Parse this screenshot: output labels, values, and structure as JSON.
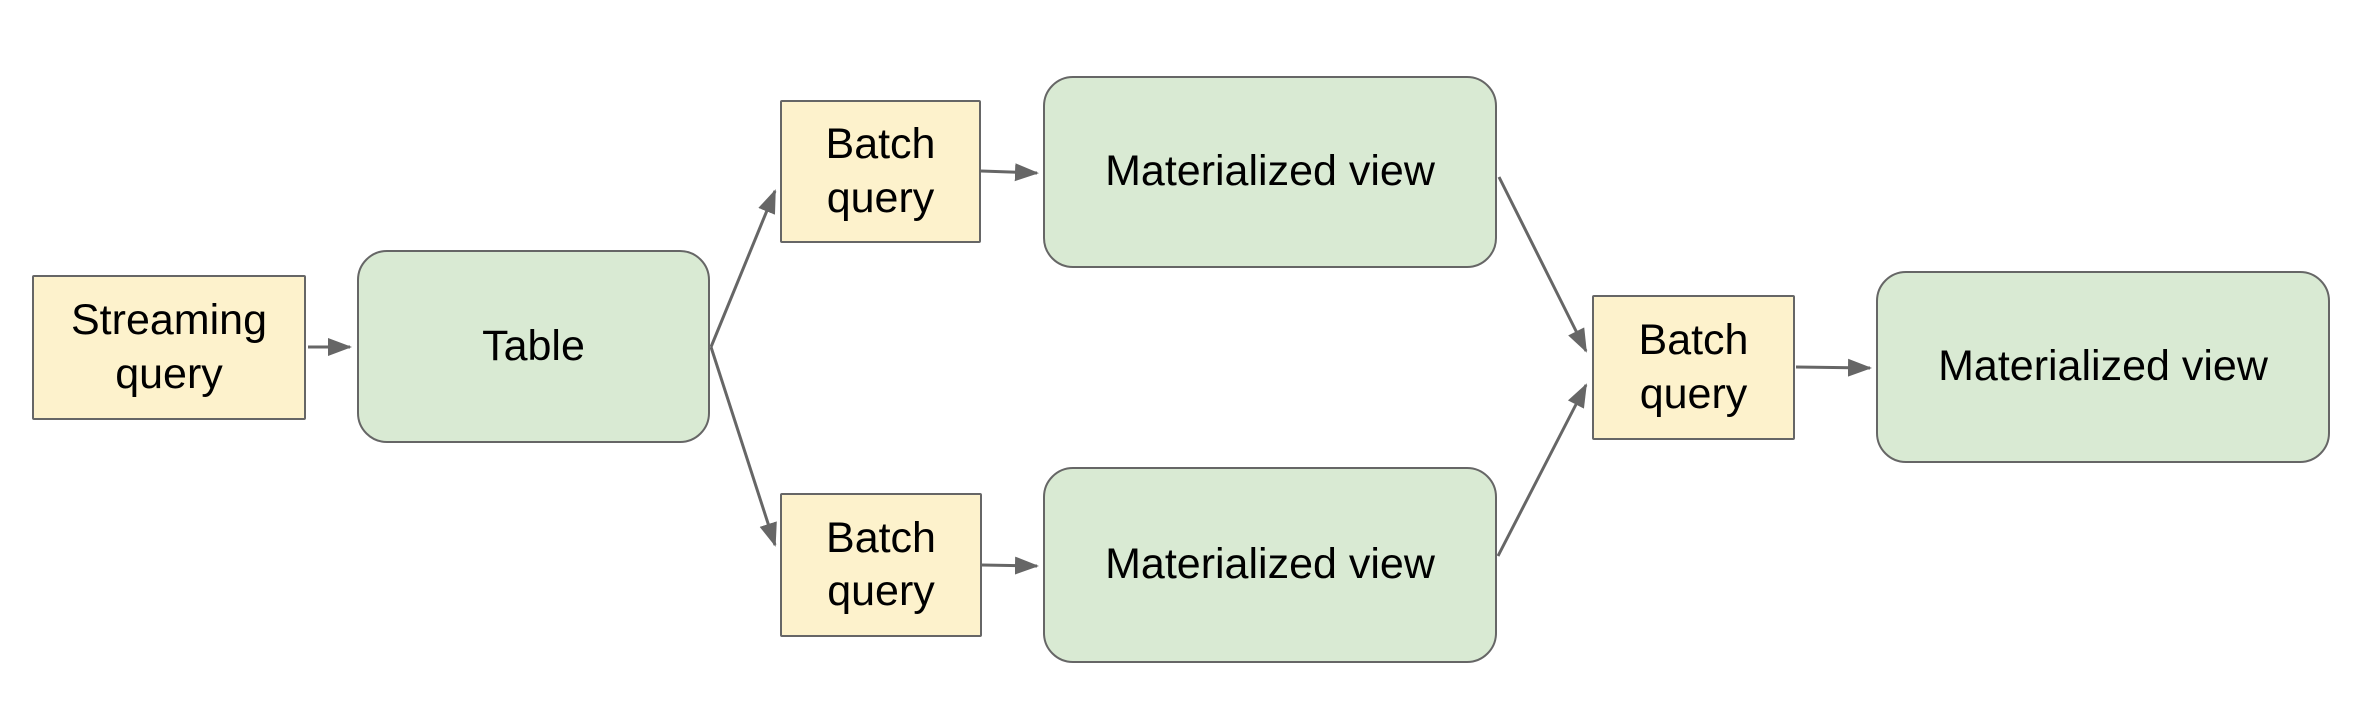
{
  "palette": {
    "query_fill": "#FDF2CC",
    "view_fill": "#D9EAD3",
    "border": "#666666",
    "arrow": "#666666",
    "text": "#000000",
    "background": "#FFFFFF"
  },
  "nodes": [
    {
      "id": "streaming-query",
      "label": "Streaming query",
      "kind": "query"
    },
    {
      "id": "table",
      "label": "Table",
      "kind": "view"
    },
    {
      "id": "batch-query-top",
      "label": "Batch query",
      "kind": "query"
    },
    {
      "id": "materialized-view-top",
      "label": "Materialized view",
      "kind": "view"
    },
    {
      "id": "batch-query-bottom",
      "label": "Batch query",
      "kind": "query"
    },
    {
      "id": "materialized-view-bottom",
      "label": "Materialized view",
      "kind": "view"
    },
    {
      "id": "batch-query-right",
      "label": "Batch query",
      "kind": "query"
    },
    {
      "id": "materialized-view-final",
      "label": "Materialized view",
      "kind": "view"
    }
  ],
  "edges": [
    {
      "from": "streaming-query",
      "to": "table"
    },
    {
      "from": "table",
      "to": "batch-query-top"
    },
    {
      "from": "table",
      "to": "batch-query-bottom"
    },
    {
      "from": "batch-query-top",
      "to": "materialized-view-top"
    },
    {
      "from": "batch-query-bottom",
      "to": "materialized-view-bottom"
    },
    {
      "from": "materialized-view-top",
      "to": "batch-query-right"
    },
    {
      "from": "materialized-view-bottom",
      "to": "batch-query-right"
    },
    {
      "from": "batch-query-right",
      "to": "materialized-view-final"
    }
  ]
}
